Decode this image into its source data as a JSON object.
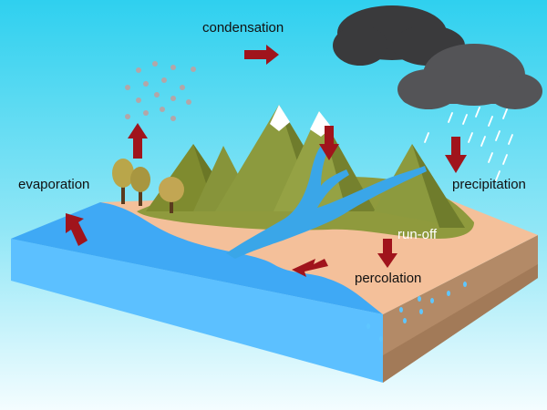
{
  "labels": {
    "condensation": "condensation",
    "evaporation": "evaporation",
    "precipitation": "precipitation",
    "runoff": "run-off",
    "percolation": "percolation"
  },
  "colors": {
    "sky_top": "#33d3ef",
    "sky_bottom": "#e9fbff",
    "water": "#3fa9f5",
    "water_front": "#5cc0ff",
    "sand": "#f4c09a",
    "soil_side": "#b08060",
    "mountain": "#8c9a3e",
    "mountain_dark": "#6f7c2c",
    "cloud_light": "#555558",
    "cloud_dark": "#3a3a3c",
    "arrow": "#a0141c",
    "river": "#3fa9f5",
    "vapor": "#b3a6a8"
  },
  "icons": [
    "cloud-icon",
    "rain-icon",
    "arrow-icon",
    "tree-icon",
    "mountain-icon"
  ]
}
